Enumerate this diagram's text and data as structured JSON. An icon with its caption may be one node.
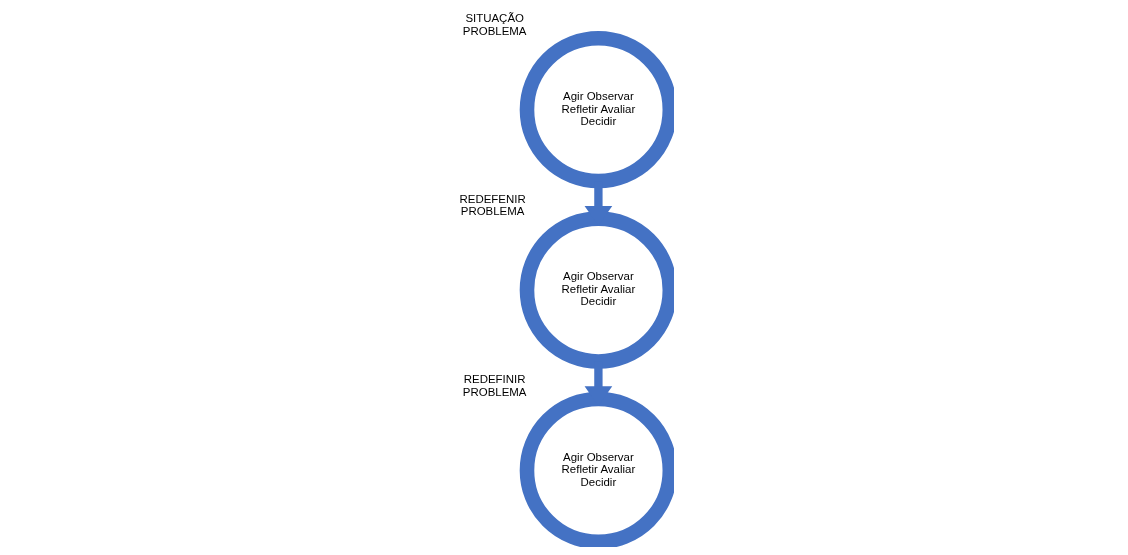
{
  "diagram": {
    "nodes": [
      {
        "text": [
          "Agir Observar Refletir Avaliar Decidir"
        ],
        "beside": [
          "SITUAÇÃO PROBLEMA"
        ]
      },
      {
        "text": [
          "Agir Observar Refletir Avaliar Decidir"
        ],
        "beside": [
          "REDEFENIR PROBLEMA"
        ]
      },
      {
        "text": [
          "Agir Observar Refletir Avaliar Decidir"
        ],
        "beside": [
          "REDEFINIR PROBLEMA"
        ]
      }
    ],
    "edges": [
      {
        "from": 0,
        "to": 1,
        "arrow": "to"
      },
      {
        "from": 1,
        "to": 2,
        "arrow": "to"
      }
    ]
  }
}
